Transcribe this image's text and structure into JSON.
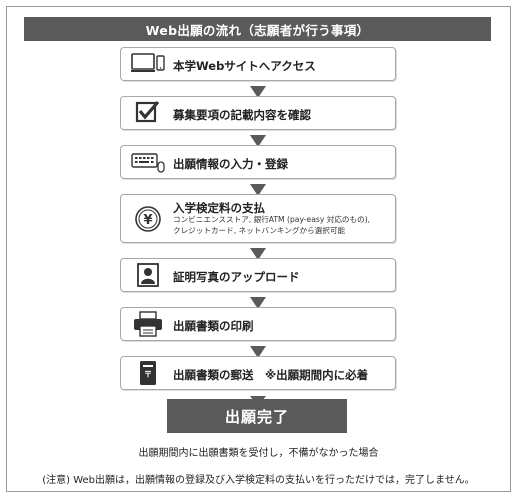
{
  "header": {
    "title": "Web出願の流れ（志願者が行う事項）"
  },
  "steps": [
    {
      "label": "本学Webサイトへアクセス",
      "icon": "computer-phone-icon"
    },
    {
      "label": "募集要項の記載内容を確認",
      "icon": "checkbox-icon"
    },
    {
      "label": "出願情報の入力・登録",
      "icon": "keyboard-mouse-icon"
    },
    {
      "label": "入学検定料の支払",
      "icon": "yen-coin-icon",
      "sub_line1": "コンビニエンスストア, 銀行ATM (pay-easy 対応のもの),",
      "sub_line2": "クレジットカード, ネットバンキングから選択可能"
    },
    {
      "label": "証明写真のアップロード",
      "icon": "id-photo-icon"
    },
    {
      "label": "出願書類の印刷",
      "icon": "printer-icon"
    },
    {
      "label": "出願書類の郵送　※出願期間内に必着",
      "icon": "postbox-icon"
    }
  ],
  "done": {
    "label": "出願完了"
  },
  "notes": {
    "completion_condition": "出願期間内に出願書類を受付し，不備がなかった場合",
    "caution": "(注意) Web出願は，出願情報の登録及び入学検定料の支払いを行っただけでは，完了しません。"
  },
  "colors": {
    "header_bg": "#5a5a5a",
    "arrow": "#5a5a5a",
    "border": "#a8a8a8"
  }
}
